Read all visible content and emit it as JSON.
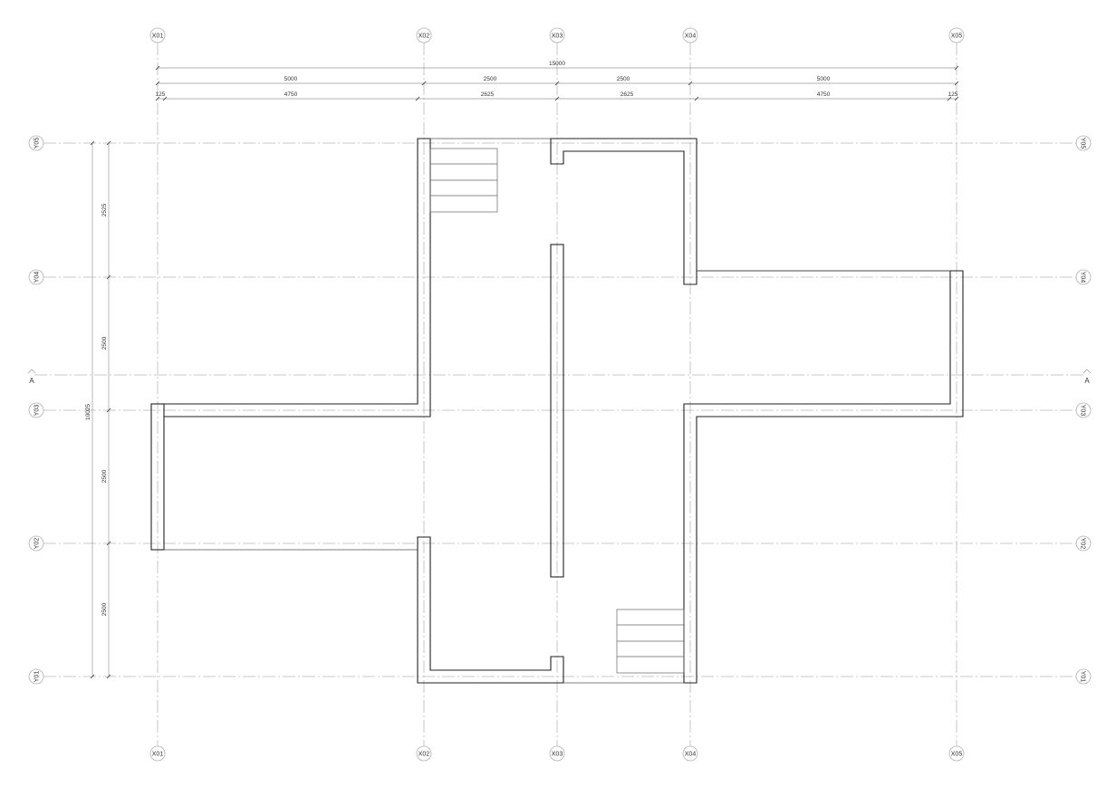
{
  "grid": {
    "x_labels": [
      "X01",
      "X02",
      "X03",
      "X04",
      "X05"
    ],
    "y_labels": [
      "Y01",
      "Y02",
      "Y03",
      "Y04",
      "Y05"
    ]
  },
  "dimensions": {
    "overall_x": "15000",
    "x_bays": [
      "5000",
      "2500",
      "2500",
      "5000"
    ],
    "x_detail": [
      "125",
      "4750",
      "2625",
      "2625",
      "4750",
      "125"
    ],
    "overall_y": "10025",
    "y_bays": [
      "2500",
      "2500",
      "2500",
      "2525"
    ]
  },
  "section": {
    "label": "A"
  }
}
